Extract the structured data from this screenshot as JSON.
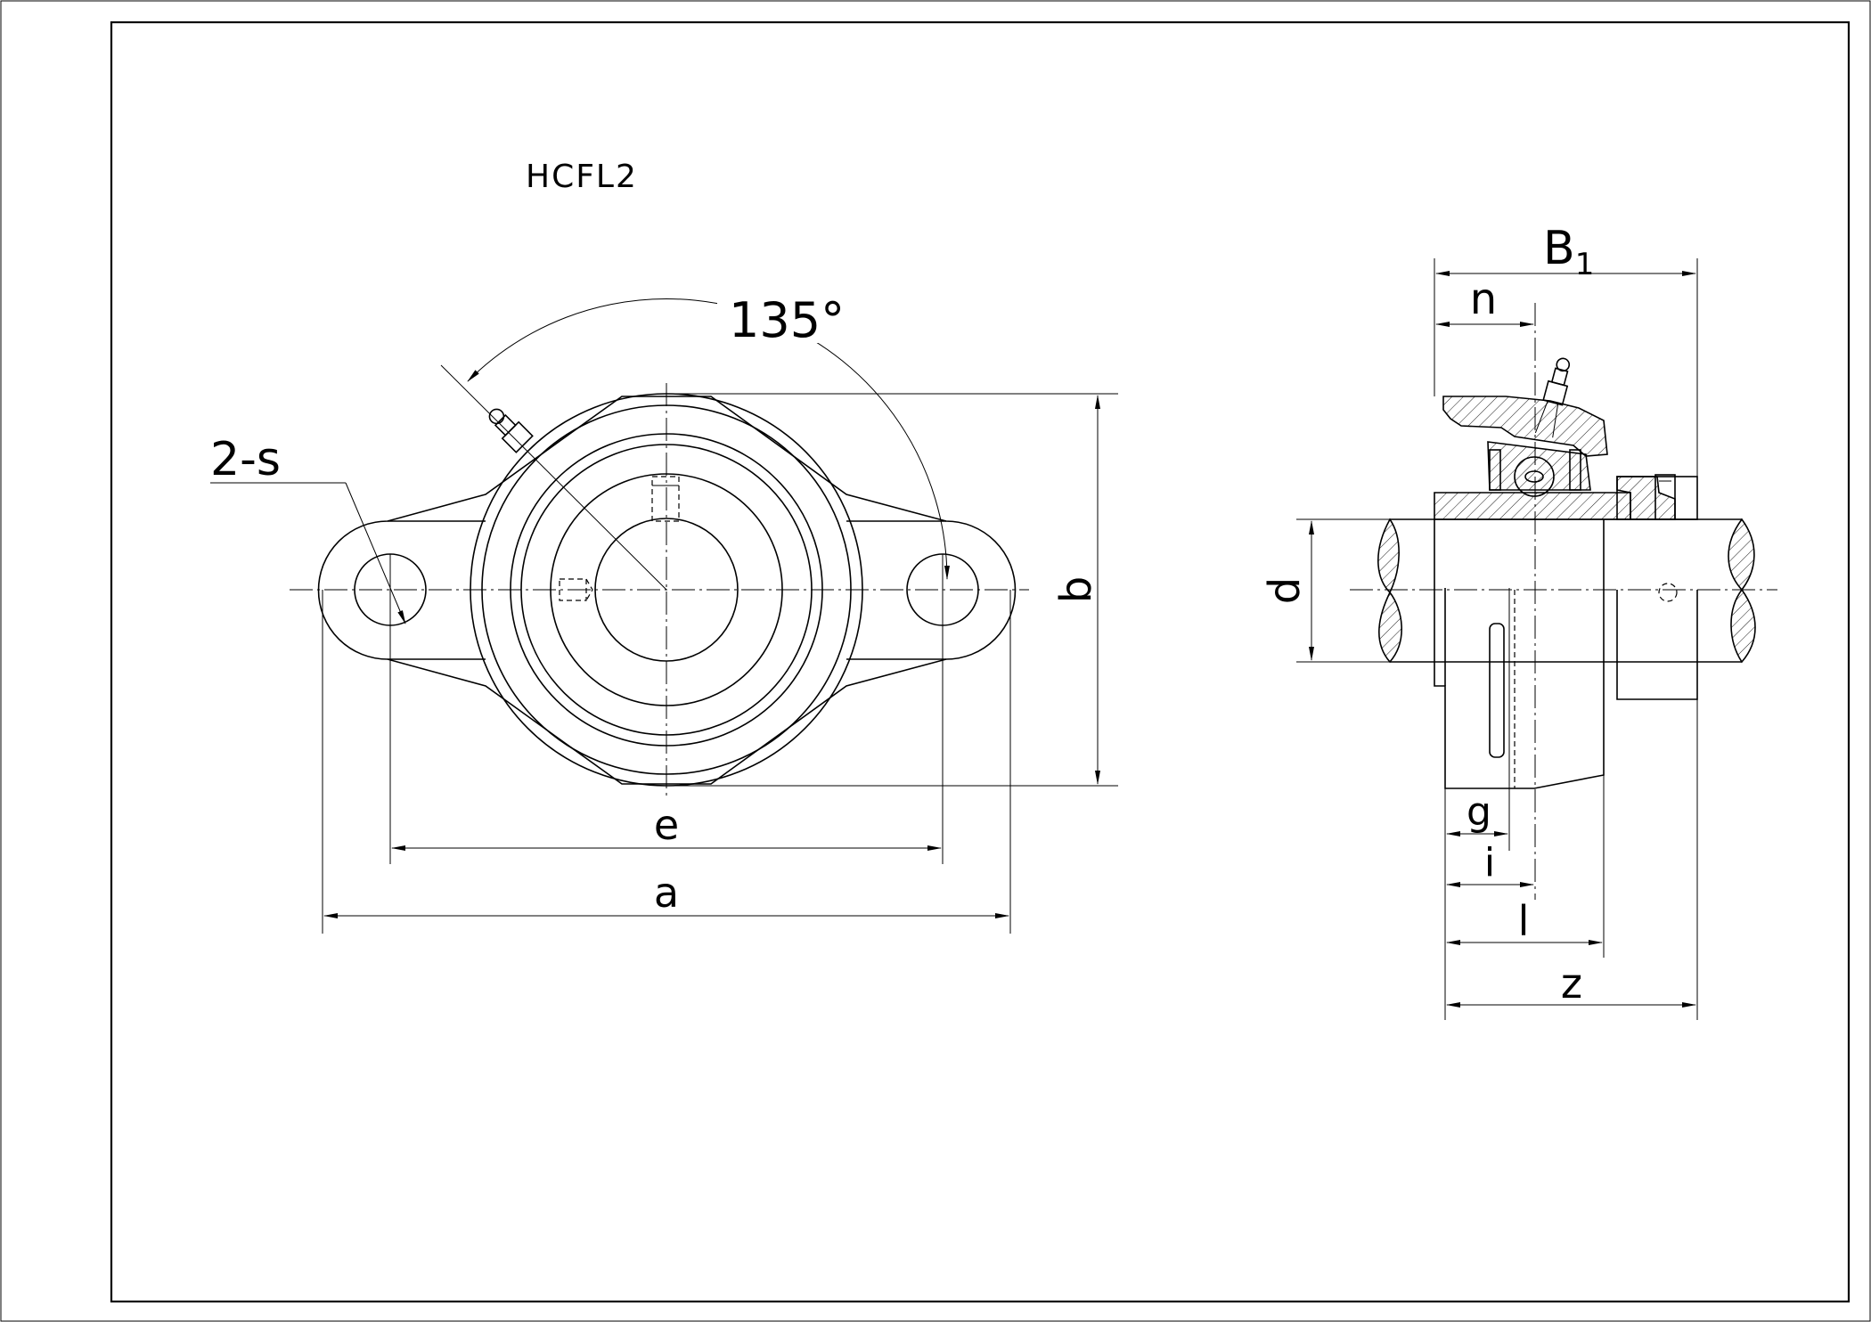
{
  "drawing": {
    "model": "HCFL2",
    "angle_label": "135°",
    "front_view_labels": {
      "holes": "2-s",
      "e": "e",
      "a": "a",
      "b": "b"
    },
    "side_view_labels": {
      "B_main": "B",
      "B_sub": "1",
      "n": "n",
      "d": "d",
      "g": "g",
      "i": "i",
      "l": "l",
      "z": "z"
    },
    "colors": {
      "line": "#000000",
      "background": "#ffffff"
    }
  }
}
